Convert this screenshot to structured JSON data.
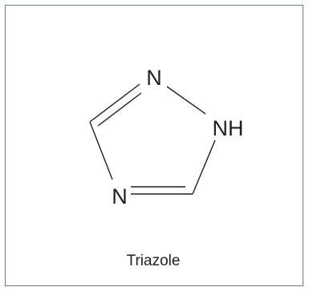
{
  "molecule": {
    "atoms": {
      "n1": "N",
      "n2": "NH",
      "n4": "N"
    },
    "caption": "Triazole"
  },
  "colors": {
    "border": "#6b7a93",
    "ink": "#231f20",
    "background": "#ffffff"
  }
}
